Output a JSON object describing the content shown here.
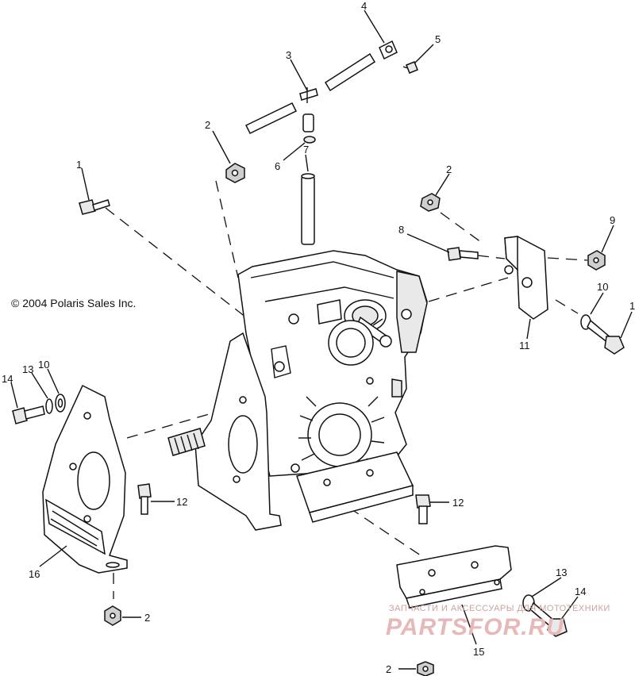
{
  "copyright": "© 2004 Polaris Sales Inc.",
  "callouts": [
    "1",
    "2",
    "3",
    "4",
    "5",
    "6",
    "7",
    "2",
    "8",
    "9",
    "10",
    "1",
    "11",
    "14",
    "13",
    "10",
    "12",
    "12",
    "16",
    "2",
    "13",
    "14",
    "15",
    "2"
  ],
  "watermark": {
    "top": "ЗАПЧАСТИ И АКСЕССУАРЫ ДЛЯ МОТОТЕХНИКИ",
    "brand": "PARTSFOR.RU"
  },
  "colors": {
    "line": "#111111",
    "fill": "#ffffff",
    "watermark": "#e7b8b8"
  }
}
